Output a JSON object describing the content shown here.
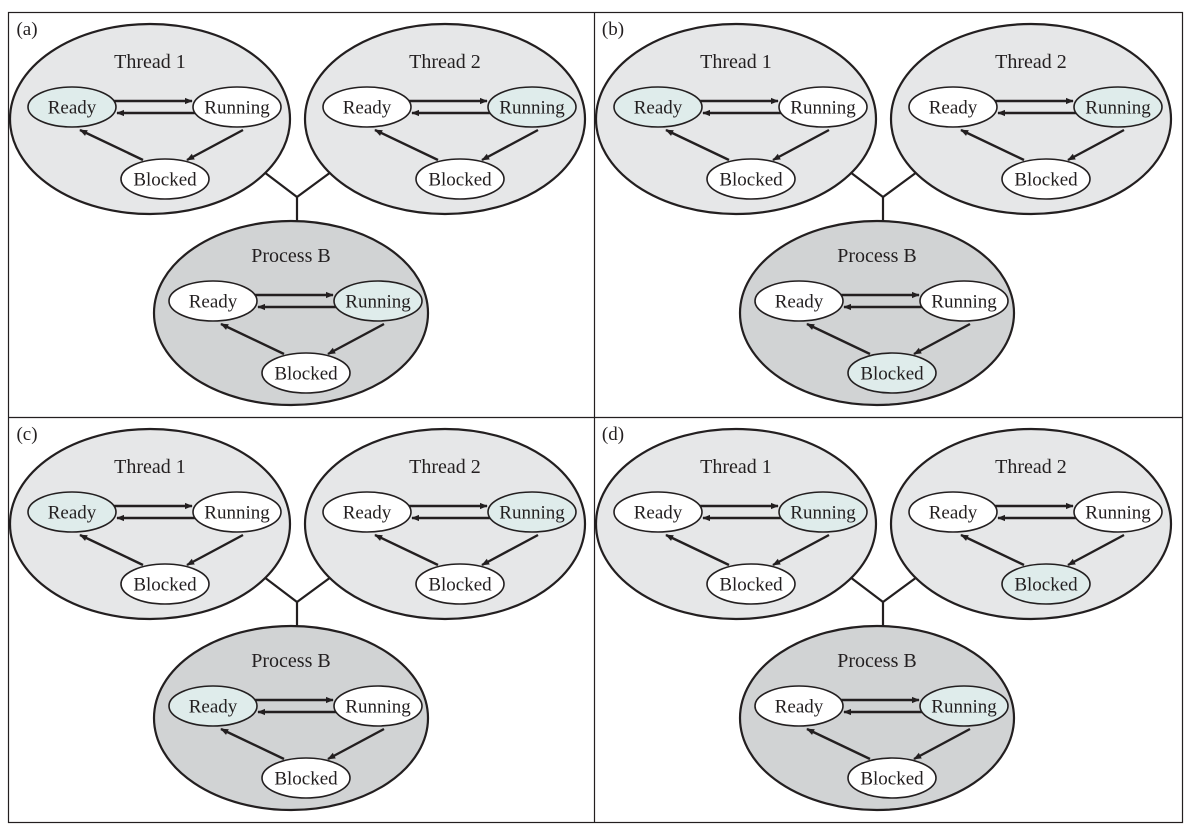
{
  "colors": {
    "border": "#231f20",
    "thread_fill": "#e6e7e8",
    "process_fill": "#d1d3d4",
    "active_state_fill": "#dfeceb",
    "idle_state_fill": "#ffffff",
    "arrow": "#231f20"
  },
  "state_labels": {
    "ready": "Ready",
    "running": "Running",
    "blocked": "Blocked"
  },
  "panels": [
    {
      "id": "a",
      "tag": "(a)",
      "groups": [
        {
          "title": "Thread 1",
          "kind": "thread",
          "active": "ready"
        },
        {
          "title": "Thread 2",
          "kind": "thread",
          "active": "running"
        },
        {
          "title": "Process B",
          "kind": "process",
          "active": "running"
        }
      ]
    },
    {
      "id": "b",
      "tag": "(b)",
      "groups": [
        {
          "title": "Thread 1",
          "kind": "thread",
          "active": "ready"
        },
        {
          "title": "Thread 2",
          "kind": "thread",
          "active": "running"
        },
        {
          "title": "Process B",
          "kind": "process",
          "active": "blocked"
        }
      ]
    },
    {
      "id": "c",
      "tag": "(c)",
      "groups": [
        {
          "title": "Thread 1",
          "kind": "thread",
          "active": "ready"
        },
        {
          "title": "Thread 2",
          "kind": "thread",
          "active": "running"
        },
        {
          "title": "Process B",
          "kind": "process",
          "active": "ready"
        }
      ]
    },
    {
      "id": "d",
      "tag": "(d)",
      "groups": [
        {
          "title": "Thread 1",
          "kind": "thread",
          "active": "running"
        },
        {
          "title": "Thread 2",
          "kind": "thread",
          "active": "blocked"
        },
        {
          "title": "Process B",
          "kind": "process",
          "active": "running"
        }
      ]
    }
  ]
}
